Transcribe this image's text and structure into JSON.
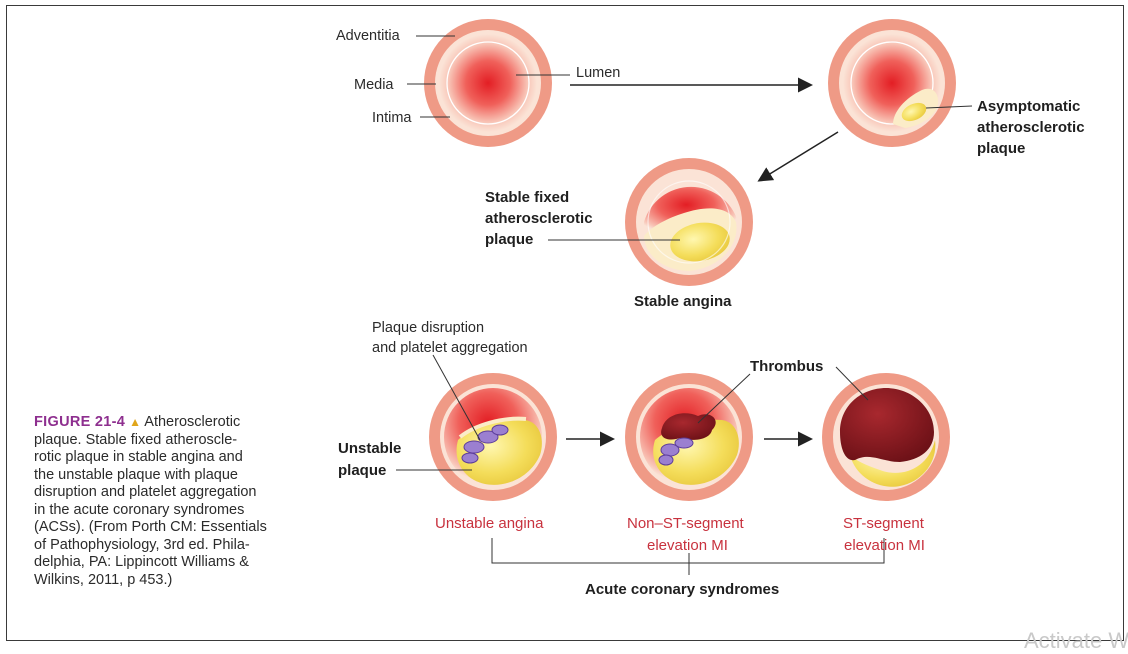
{
  "labels": {
    "adventitia": "Adventitia",
    "media": "Media",
    "intima": "Intima",
    "lumen": "Lumen",
    "asymptomatic_1": "Asymptomatic",
    "asymptomatic_2": "atherosclerotic",
    "asymptomatic_3": "plaque",
    "stable_fixed_1": "Stable fixed",
    "stable_fixed_2": "atherosclerotic",
    "stable_fixed_3": "plaque",
    "stable_angina": "Stable angina",
    "disruption_1": "Plaque disruption",
    "disruption_2": "and platelet aggregation",
    "thrombus": "Thrombus",
    "unstable_plaque_1": "Unstable",
    "unstable_plaque_2": "plaque",
    "unstable_angina": "Unstable angina",
    "nstemi_1": "Non–ST-segment",
    "nstemi_2": "elevation MI",
    "stemi_1": "ST-segment",
    "stemi_2": "elevation MI",
    "acs": "Acute coronary syndromes"
  },
  "caption": {
    "figure": "FIGURE 21-4",
    "marker": "▲",
    "lines": [
      "Atherosclerotic",
      "plaque. Stable fixed atheroscle-",
      "rotic plaque in stable angina and",
      "the unstable plaque with plaque",
      "disruption and platelet aggregation",
      "in the acute coronary syndromes",
      "(ACSs). (From Porth CM: Essentials",
      "of Pathophysiology, 3rd ed. Phila-",
      "delphia, PA: Lippincott Williams &",
      "Wilkins, 2011, p 453.)"
    ]
  },
  "watermark": "Activate W",
  "colors": {
    "adventitia": "#ef9a86",
    "media": "#fbe3d6",
    "lumen_center": "#e31e24",
    "lumen_edge": "#f7cfc2",
    "plaque_yellow": "#f4dd5a",
    "plaque_cap": "#fbecc8",
    "thrombus": "#8c1d23",
    "platelets": "#9b7fd0",
    "caption_figure": "#8e2f8f",
    "syndrome_red": "#c8323e"
  }
}
